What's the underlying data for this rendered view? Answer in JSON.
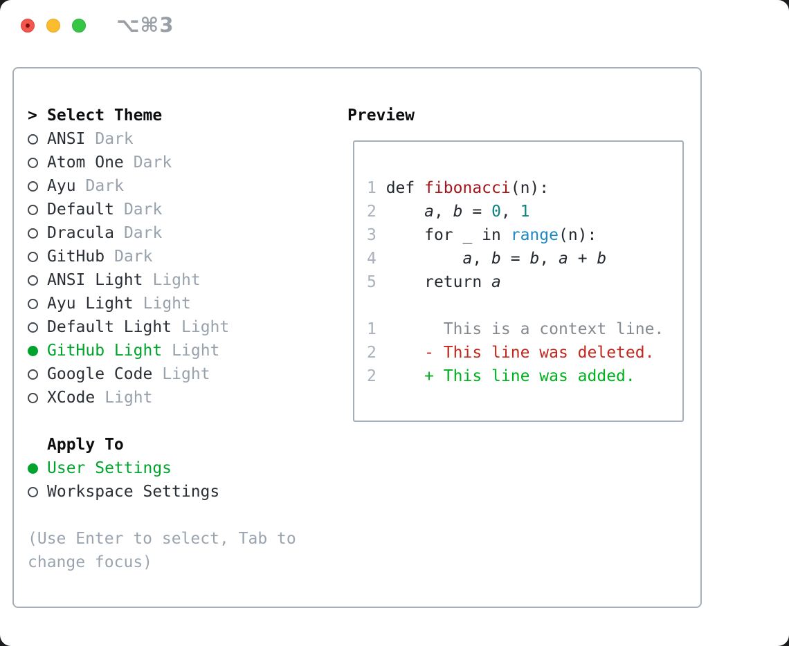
{
  "window": {
    "title_shortcut": "⌥⌘3"
  },
  "theme_panel": {
    "prompt": ">",
    "title": "Select Theme",
    "items": [
      {
        "name": "ANSI",
        "tag": "Dark",
        "selected": false
      },
      {
        "name": "Atom One",
        "tag": "Dark",
        "selected": false
      },
      {
        "name": "Ayu",
        "tag": "Dark",
        "selected": false
      },
      {
        "name": "Default",
        "tag": "Dark",
        "selected": false
      },
      {
        "name": "Dracula",
        "tag": "Dark",
        "selected": false
      },
      {
        "name": "GitHub",
        "tag": "Dark",
        "selected": false
      },
      {
        "name": "ANSI Light",
        "tag": "Light",
        "selected": false
      },
      {
        "name": "Ayu Light",
        "tag": "Light",
        "selected": false
      },
      {
        "name": "Default Light",
        "tag": "Light",
        "selected": false
      },
      {
        "name": "GitHub Light",
        "tag": "Light",
        "selected": true
      },
      {
        "name": "Google Code",
        "tag": "Light",
        "selected": false
      },
      {
        "name": "XCode",
        "tag": "Light",
        "selected": false
      }
    ],
    "apply_to": {
      "title": "Apply To",
      "options": [
        {
          "name": "User Settings",
          "selected": true
        },
        {
          "name": "Workspace Settings",
          "selected": false
        }
      ]
    },
    "hint": "(Use Enter to select, Tab to change focus)"
  },
  "preview": {
    "title": "Preview",
    "code_lines": [
      {
        "num": "1",
        "tokens": [
          {
            "t": "def ",
            "c": "plain"
          },
          {
            "t": "fibonacci",
            "c": "fn"
          },
          {
            "t": "(n):",
            "c": "plain"
          }
        ]
      },
      {
        "num": "2",
        "tokens": [
          {
            "t": "    ",
            "c": "plain"
          },
          {
            "t": "a",
            "c": "var"
          },
          {
            "t": ", ",
            "c": "plain"
          },
          {
            "t": "b",
            "c": "var"
          },
          {
            "t": " = ",
            "c": "plain"
          },
          {
            "t": "0",
            "c": "num"
          },
          {
            "t": ", ",
            "c": "plain"
          },
          {
            "t": "1",
            "c": "num"
          }
        ]
      },
      {
        "num": "3",
        "tokens": [
          {
            "t": "    for _ in ",
            "c": "plain"
          },
          {
            "t": "range",
            "c": "call"
          },
          {
            "t": "(n):",
            "c": "plain"
          }
        ]
      },
      {
        "num": "4",
        "tokens": [
          {
            "t": "        ",
            "c": "plain"
          },
          {
            "t": "a",
            "c": "var"
          },
          {
            "t": ", ",
            "c": "plain"
          },
          {
            "t": "b",
            "c": "var"
          },
          {
            "t": " = ",
            "c": "plain"
          },
          {
            "t": "b",
            "c": "var"
          },
          {
            "t": ", ",
            "c": "plain"
          },
          {
            "t": "a",
            "c": "var"
          },
          {
            "t": " + ",
            "c": "plain"
          },
          {
            "t": "b",
            "c": "var"
          }
        ]
      },
      {
        "num": "5",
        "tokens": [
          {
            "t": "    return ",
            "c": "plain"
          },
          {
            "t": "a",
            "c": "var"
          }
        ]
      }
    ],
    "diff_lines": [
      {
        "num": "1",
        "marker": " ",
        "text": "This is a context line.",
        "kind": "context"
      },
      {
        "num": "2",
        "marker": "-",
        "text": "This line was deleted.",
        "kind": "deleted"
      },
      {
        "num": "2",
        "marker": "+",
        "text": "This line was added.",
        "kind": "added"
      }
    ]
  },
  "colors": {
    "accent_green": "#00a42c",
    "tag_gray": "#98a2ac",
    "hint_gray": "#9aa4af",
    "text_dark": "#24292f",
    "syntax_function_red": "#a6141a",
    "syntax_number_teal": "#0d8282",
    "syntax_call_blue": "#1e88c7",
    "diff_context_gray": "#83898f",
    "diff_deleted_red": "#c3261c",
    "diff_added_green": "#00b01c",
    "line_number_gray": "#a8b1bb"
  }
}
